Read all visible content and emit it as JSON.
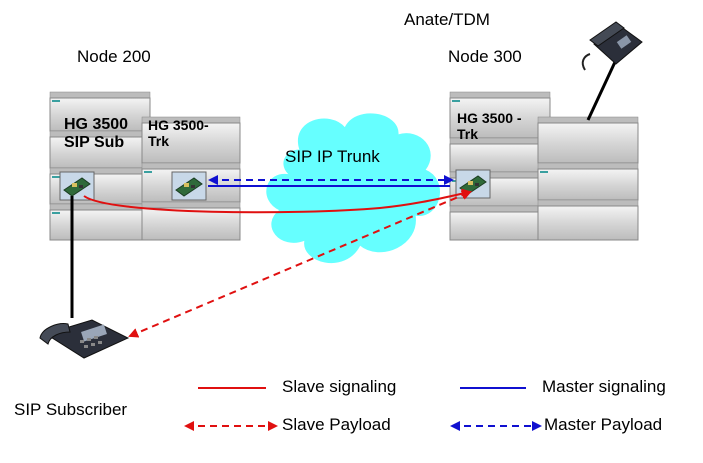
{
  "labels": {
    "anate_tdm": "Anate/TDM",
    "node_200": "Node 200",
    "node_300": "Node 300",
    "sip_ip_trunk": "SIP IP Trunk",
    "sip_subscriber": "SIP Subscriber"
  },
  "cards": {
    "hg3500_sip_sub_line1": "HG 3500",
    "hg3500_sip_sub_line2": "SIP Sub",
    "hg3500_trk_node200_line1": "HG 3500-",
    "hg3500_trk_node200_line2": "Trk",
    "hg3500_trk_node300_line1": "HG 3500 -",
    "hg3500_trk_node300_line2": "Trk"
  },
  "legend": {
    "slave_signaling": "Slave signaling",
    "master_signaling": "Master signaling",
    "slave_payload": "Slave Payload",
    "master_payload": "Master Payload"
  },
  "colors": {
    "slave": "#e01010",
    "master": "#1010d0",
    "cloud": "#66ffff",
    "cabinet": "#dcdcdc"
  }
}
